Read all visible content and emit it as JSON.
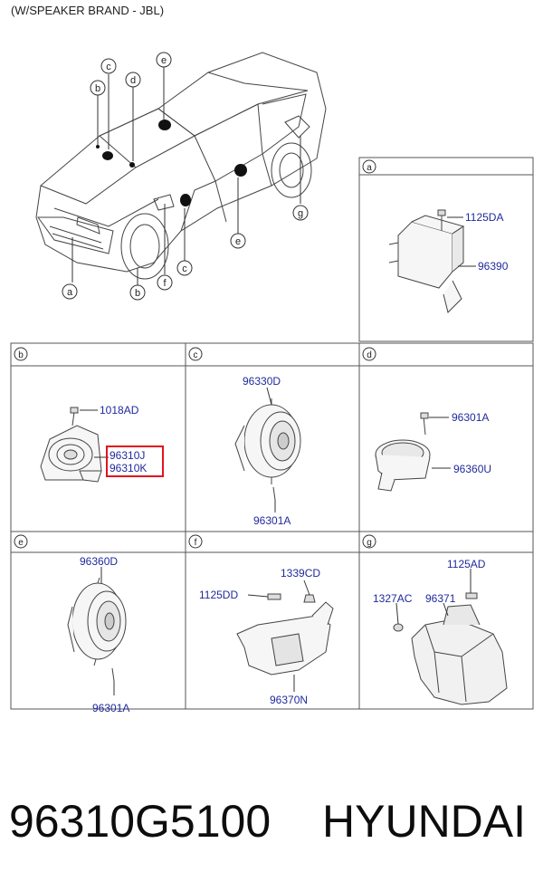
{
  "header": {
    "caption": "(W/SPEAKER BRAND - JBL)"
  },
  "overview": {
    "callouts": [
      {
        "id": "c",
        "letter": "c"
      },
      {
        "id": "b",
        "letter": "b"
      },
      {
        "id": "d",
        "letter": "d"
      },
      {
        "id": "e",
        "letter": "e"
      },
      {
        "id": "g",
        "letter": "g"
      },
      {
        "id": "e2",
        "letter": "e"
      },
      {
        "id": "c2",
        "letter": "c"
      },
      {
        "id": "a",
        "letter": "a"
      },
      {
        "id": "b2",
        "letter": "b"
      },
      {
        "id": "f",
        "letter": "f"
      }
    ]
  },
  "panels": {
    "a": {
      "letter": "a",
      "parts": [
        "1125DA",
        "96390"
      ]
    },
    "b": {
      "letter": "b",
      "parts": [
        "1018AD",
        "96310J",
        "96310K"
      ]
    },
    "c": {
      "letter": "c",
      "parts": [
        "96330D",
        "96301A"
      ]
    },
    "d": {
      "letter": "d",
      "parts": [
        "96301A",
        "96360U"
      ]
    },
    "e": {
      "letter": "e",
      "parts": [
        "96360D",
        "96301A"
      ]
    },
    "f": {
      "letter": "f",
      "parts": [
        "1339CD",
        "1125DD",
        "96370N"
      ]
    },
    "g": {
      "letter": "g",
      "parts": [
        "1125AD",
        "1327AC",
        "96371"
      ]
    }
  },
  "highlight": {
    "color": "#e0141e",
    "part": "96310J"
  },
  "colors": {
    "part_label": "#1f2a9c",
    "line": "#333333",
    "frame": "#555555"
  },
  "bottom": {
    "part_number": "96310G5100",
    "brand": "HYUNDAI"
  }
}
